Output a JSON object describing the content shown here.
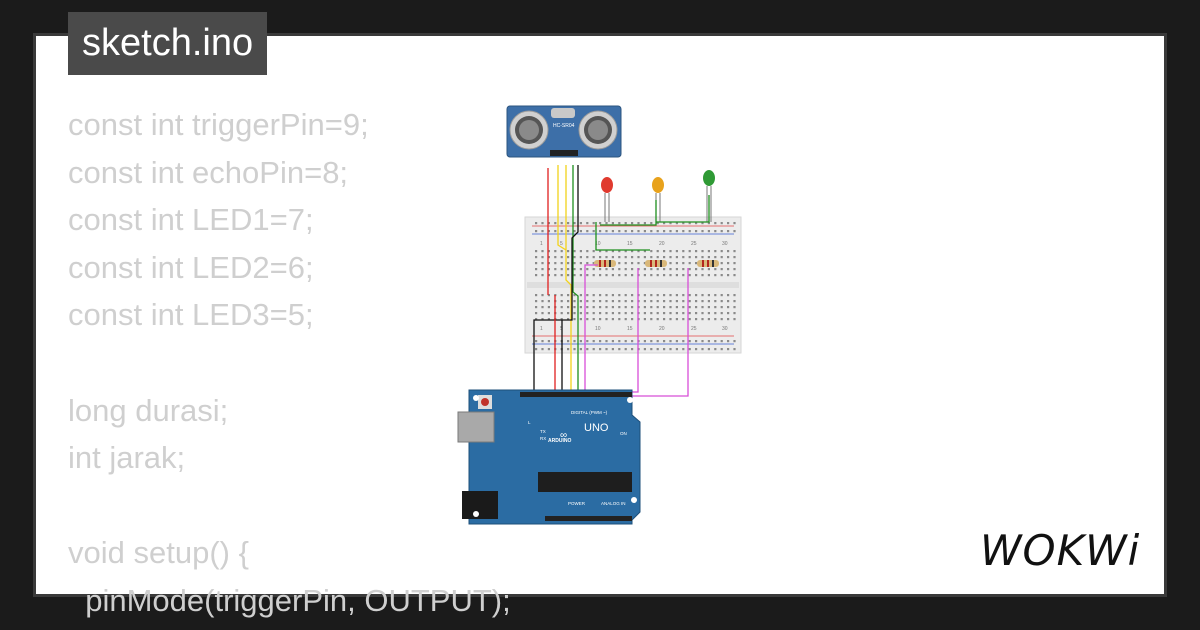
{
  "title": "sketch.ino",
  "code_lines": [
    "const int triggerPin=9;",
    "const int echoPin=8;",
    "const int LED1=7;",
    "const int LED2=6;",
    "const int LED3=5;",
    "",
    "long durasi;",
    "int jarak;",
    "",
    "void setup() {",
    "  pinMode(triggerPin, OUTPUT);"
  ],
  "sensor_label": "HC-SR04",
  "board": {
    "brand": "ARDUINO",
    "model": "UNO",
    "digital_label": "DIGITAL (PWM ~)",
    "power_label": "POWER",
    "analog_label": "ANALOG IN",
    "on_label": "ON",
    "tx_label": "TX",
    "rx_label": "RX",
    "l_label": "L"
  },
  "breadboard_numbers": [
    "1",
    "5",
    "10",
    "15",
    "20",
    "25",
    "30"
  ],
  "led_colors": [
    "#e03a2f",
    "#e8a21c",
    "#2f9a35"
  ],
  "logo_text": "WOKWi"
}
